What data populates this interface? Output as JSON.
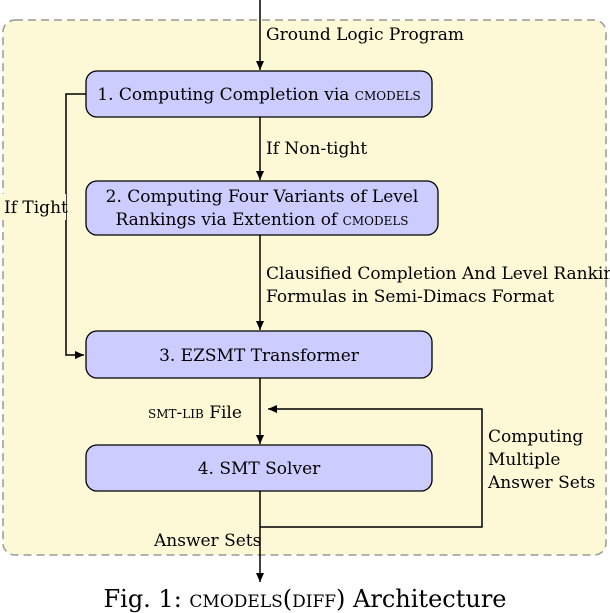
{
  "diagram": {
    "boxes": [
      {
        "label": "1.  Computing Completion via ",
        "label_sc": "cmodels"
      },
      {
        "line1": "2.  Computing Four Variants of Level",
        "line2": "Rankings via Extention of ",
        "line2_sc": "cmodels"
      },
      {
        "label": "3.  EZSMT Transformer"
      },
      {
        "label": "4.  SMT Solver"
      }
    ],
    "edge_labels": {
      "input": "Ground Logic Program",
      "non_tight": "If Non-tight",
      "tight": "If Tight",
      "clausified_line1": "Clausified Completion And Level Ranking",
      "clausified_line2": "Formulas in Semi-Dimacs Format",
      "smtlib_sc": "smt-lib",
      "smtlib_rest": " File",
      "multiple_line1": "Computing",
      "multiple_line2": "Multiple",
      "multiple_line3": "Answer Sets",
      "answer_sets": "Answer Sets"
    },
    "colors": {
      "box_fill": "#ccccff",
      "container_fill": "#fdf8d6",
      "container_stroke": "#999999"
    }
  },
  "caption": {
    "prefix": "Fig. 1: ",
    "sc": "cmodels(diff)",
    "suffix": " Architecture"
  }
}
